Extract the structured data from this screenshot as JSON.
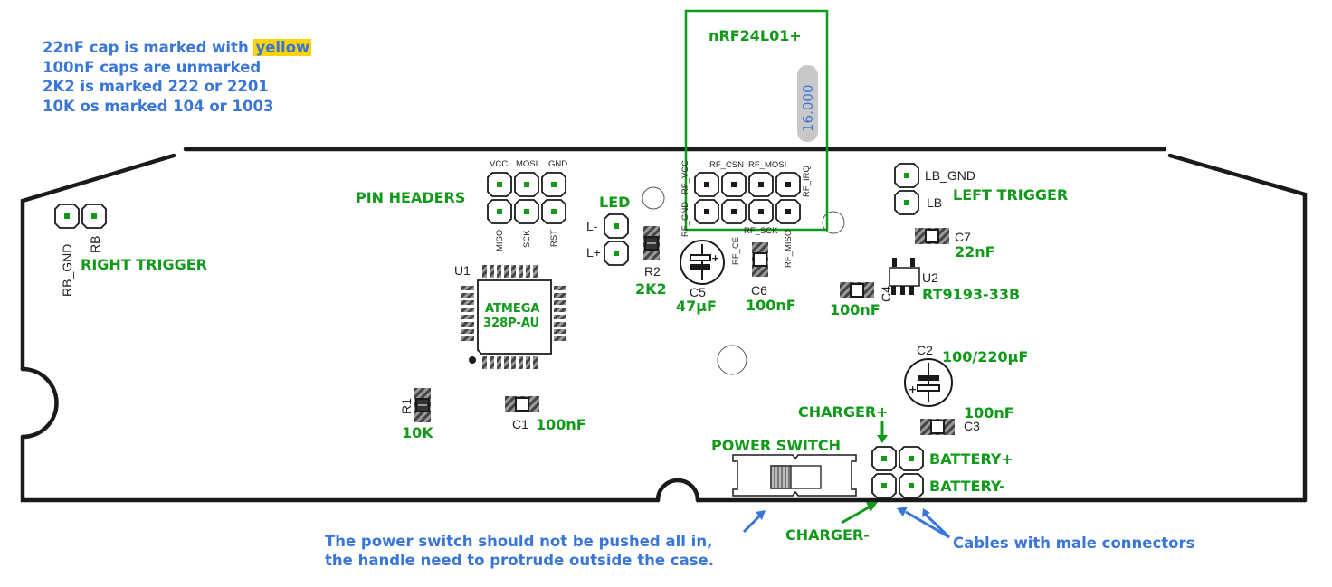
{
  "notes": {
    "line1_prefix": "22nF cap is marked with ",
    "line1_highlight": "yellow",
    "line2": "100nF caps are unmarked",
    "line3": "2K2 is marked 222 or 2201",
    "line4": "10K os marked 104 or 1003",
    "switch_note_1": "The power switch should not be pushed all in,",
    "switch_note_2": "the handle need to protrude outside the case.",
    "cables_note": "Cables with male connectors"
  },
  "colors": {
    "note_blue": "#3a76d8",
    "label_green": "#119a1a",
    "highlight_yellow": "#ffd400",
    "outline_black": "#1a1a1a"
  },
  "module": {
    "name": "nRF24L01+",
    "crystal": "16.000",
    "pins_top": [
      "RF_CSN",
      "RF_MOSI"
    ],
    "pins_side": [
      "RF_GND",
      "RF_VCC",
      "RF_IRQ"
    ],
    "pins_bottom": [
      "RF_CE",
      "RF_SCK",
      "RF_MISO"
    ]
  },
  "pin_headers": {
    "label": "PIN HEADERS",
    "top": [
      "VCC",
      "MOSI",
      "GND"
    ],
    "bottom": [
      "MISO",
      "SCK",
      "RST"
    ]
  },
  "led": {
    "label": "LED",
    "pins": [
      "L-",
      "L+"
    ]
  },
  "right_trigger": {
    "label": "RIGHT TRIGGER",
    "pins": [
      "RB_GND",
      "RB"
    ]
  },
  "left_trigger": {
    "label": "LEFT TRIGGER",
    "pins": [
      "LB_GND",
      "LB"
    ]
  },
  "components": {
    "u1": {
      "ref": "U1",
      "value_line1": "ATMEGA",
      "value_line2": "328P-AU"
    },
    "u2": {
      "ref": "U2",
      "value": "RT9193-33B"
    },
    "r1": {
      "ref": "R1",
      "value": "10K"
    },
    "r2": {
      "ref": "R2",
      "value": "2K2"
    },
    "c1": {
      "ref": "C1",
      "value": "100nF"
    },
    "c2": {
      "ref": "C2",
      "value": "100/220µF"
    },
    "c3": {
      "ref": "C3",
      "value": "100nF"
    },
    "c4": {
      "ref": "C4",
      "value": "100nF"
    },
    "c5": {
      "ref": "C5",
      "value": "47µF"
    },
    "c6": {
      "ref": "C6",
      "value": "100nF"
    },
    "c7": {
      "ref": "C7",
      "value": "22nF"
    }
  },
  "power": {
    "switch_label": "POWER SWITCH",
    "charger_plus": "CHARGER+",
    "charger_minus": "CHARGER-",
    "battery_plus": "BATTERY+",
    "battery_minus": "BATTERY-"
  }
}
